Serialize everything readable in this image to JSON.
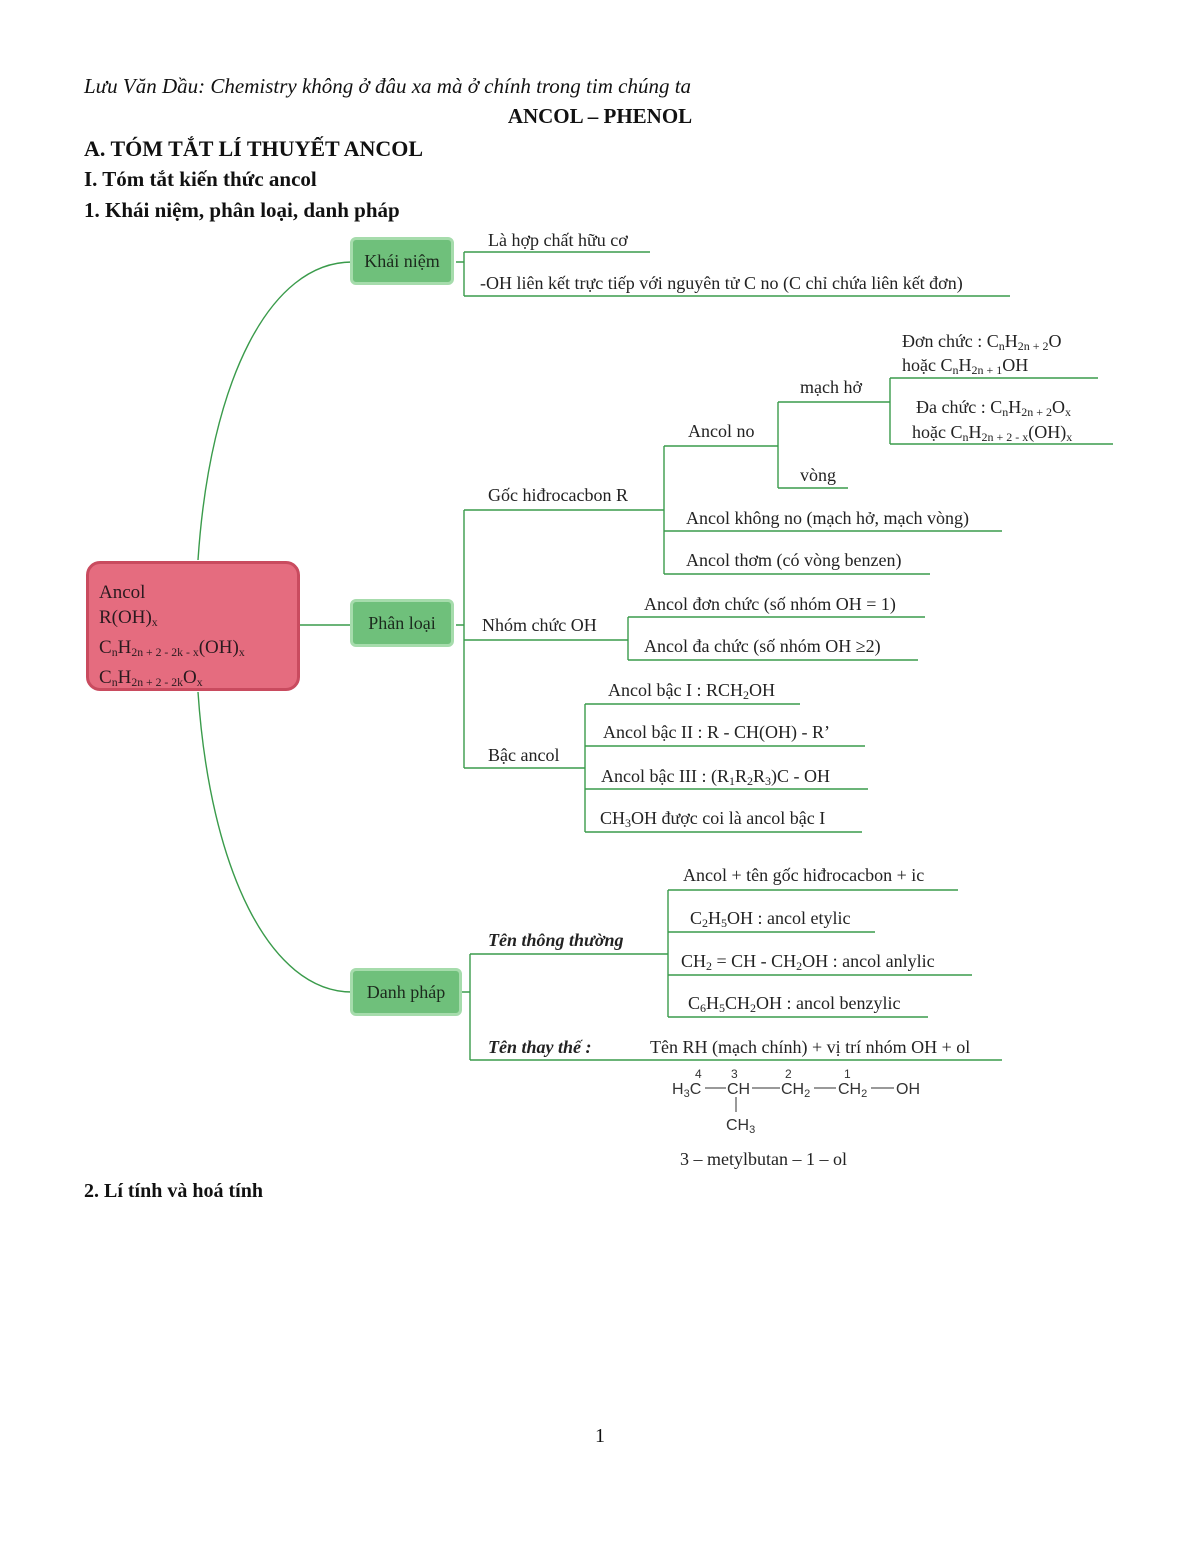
{
  "header": {
    "author_line": "Lưu Văn Dầu: Chemistry không ở đâu xa mà ở chính trong tim chúng ta",
    "title": "ANCOL – PHENOL"
  },
  "headings": {
    "h1": "A. TÓM TẮT LÍ THUYẾT ANCOL",
    "h2": "I. Tóm tắt kiến thức ancol",
    "h3": "1. Khái niệm, phân loại, danh pháp",
    "section2": "2. Lí tính và hoá tính"
  },
  "root": {
    "line1": "Ancol",
    "line2": "R(OH)",
    "line2_sub": "x",
    "line3": "CnH2n+2-2k-x(OH)x",
    "line4": "CnH2n+2-2kOx"
  },
  "nodes": {
    "khai_niem": "Khái niệm",
    "phan_loai": "Phân loại",
    "danh_phap": "Danh pháp"
  },
  "khai_niem": {
    "item1": "Là hợp chất hữu cơ",
    "item2": "-OH liên kết trực tiếp với nguyên tử C no (C chỉ chứa liên kết đơn)"
  },
  "phan_loai": {
    "goc": "Gốc hiđrocacbon R",
    "ancol_no": "Ancol no",
    "mach_ho": "mạch hở",
    "don_chuc_a": "Đơn chức : CnH2n+2O",
    "don_chuc_b": "hoặc CnH2n+1OH",
    "da_chuc_a": "Đa chức : CnH2n+2Ox",
    "da_chuc_b": "hoặc CnH2n+2-x(OH)x",
    "vong": "vòng",
    "khong_no": "Ancol không no (mạch hở, mạch vòng)",
    "thom": "Ancol thơm (có vòng benzen)",
    "nhom_chuc": "Nhóm chức OH",
    "don_chuc_oh": "Ancol đơn chức (số nhóm OH = 1)",
    "da_chuc_oh": "Ancol đa chức (số nhóm OH ≥2)",
    "bac": "Bậc ancol",
    "bac1": "Ancol bậc I : RCH2OH",
    "bac2": "Ancol bậc II : R - CH(OH) - R’",
    "bac3": "Ancol bậc III : (R1R2R3)C - OH",
    "ch3oh": "CH3OH được coi là ancol bậc I"
  },
  "danh_phap": {
    "thong_thuong": "Tên thông thường",
    "tt1": "Ancol + tên gốc hiđrocacbon + ic",
    "tt2": "C2H5OH : ancol etylic",
    "tt3": "CH2 = CH - CH2OH : ancol anlylic",
    "tt4": "C6H5CH2OH : ancol benzylic",
    "thay_the": "Tên thay thế :",
    "tt_rule": "Tên RH (mạch chính) + vị trí nhóm OH + ol",
    "example_name": "3 – metylbutan – 1 – ol",
    "formula_numbers": [
      "4",
      "3",
      "2",
      "1"
    ]
  },
  "page_number": "1"
}
